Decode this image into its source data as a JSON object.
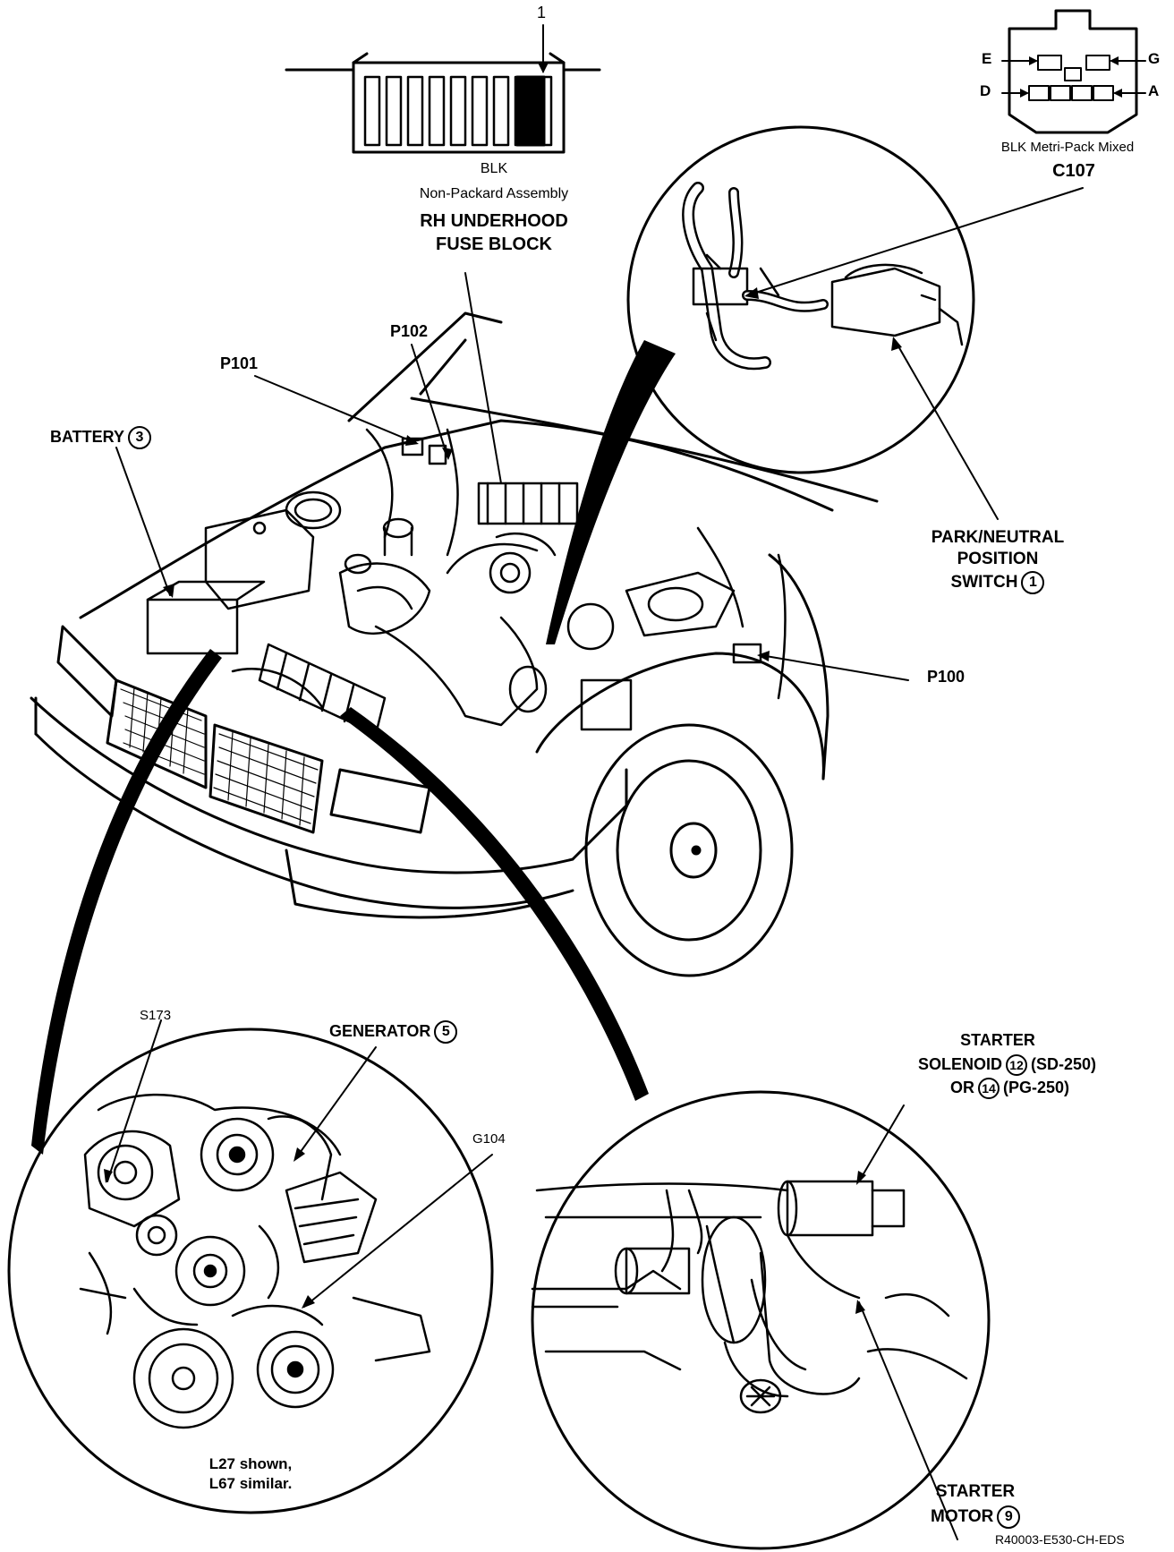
{
  "fuse_block": {
    "pin_number": "1",
    "color": "BLK",
    "assembly": "Non-Packard Assembly",
    "title_line1": "RH UNDERHOOD",
    "title_line2": "FUSE BLOCK"
  },
  "connector_c107": {
    "pins": {
      "e": "E",
      "g": "G",
      "d": "D",
      "a": "A"
    },
    "description": "BLK Metri-Pack Mixed",
    "id": "C107"
  },
  "labels": {
    "p101": "P101",
    "p102": "P102",
    "p100": "P100",
    "battery": "BATTERY",
    "battery_ref": "3",
    "park_neutral_line1": "PARK/NEUTRAL",
    "park_neutral_line2": "POSITION",
    "park_neutral_line3": "SWITCH",
    "park_neutral_ref": "1",
    "s173": "S173",
    "generator": "GENERATOR",
    "generator_ref": "5",
    "g104": "G104",
    "engine_note_line1": "L27 shown,",
    "engine_note_line2": "L67 similar.",
    "starter_solenoid_line1": "STARTER",
    "starter_solenoid_line2": "SOLENOID",
    "solenoid_ref_a": "12",
    "solenoid_note_a": "(SD-250)",
    "solenoid_or": "OR",
    "solenoid_ref_b": "14",
    "solenoid_note_b": "(PG-250)",
    "starter_motor_line1": "STARTER",
    "starter_motor_line2": "MOTOR",
    "starter_motor_ref": "9",
    "figure_code": "R40003-E530-CH-EDS"
  }
}
